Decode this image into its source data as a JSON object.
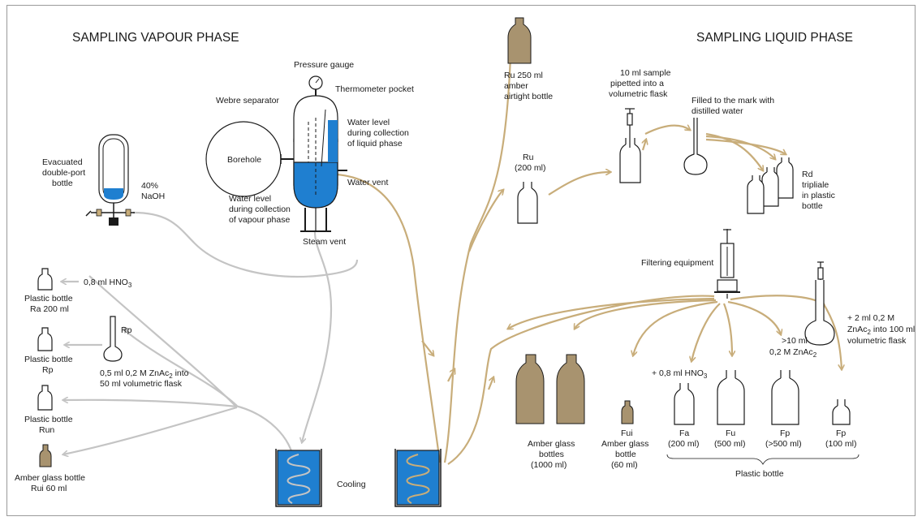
{
  "titles": {
    "vapour": "SAMPLING VAPOUR PHASE",
    "liquid": "SAMPLING LIQUID PHASE"
  },
  "vapour": {
    "pressure_gauge": "Pressure gauge",
    "thermometer_pocket": "Thermometer pocket",
    "webre_separator": "Webre separator",
    "water_level_liquid": [
      "Water level",
      "during collection",
      "of liquid phase"
    ],
    "borehole": "Borehole",
    "water_vent": "Water vent",
    "water_level_vapour": [
      "Water level",
      "during collection",
      "of vapour phase"
    ],
    "steam_vent": "Steam vent",
    "evacuated_bottle": [
      "Evacuated",
      "double-port",
      "bottle"
    ],
    "naoh": [
      "40%",
      "NaOH"
    ],
    "hno3_small": "0,8 ml HNO",
    "hno3_sub": "3",
    "ra": [
      "Plastic bottle",
      "Ra 200 ml"
    ],
    "rp_flask": "Rp",
    "rp": [
      "Plastic bottle",
      "Rp"
    ],
    "znac_a": "0,5 ml 0,2 M ZnAc",
    "znac_a_sub": "2",
    "znac_a_tail": " into",
    "znac_b": "50 ml volumetric flask",
    "run": [
      "Plastic bottle",
      "Run"
    ],
    "rui": [
      "Amber glass bottle",
      "Rui 60 ml"
    ],
    "cooling": "Cooling"
  },
  "liquid": {
    "ru250": [
      "Ru 250 ml",
      "amber",
      "airtight bottle"
    ],
    "pipette_note": [
      "10 ml sample",
      "pipetted into a",
      "volumetric flask"
    ],
    "filled_note": [
      "Filled to the mark with",
      "distilled water"
    ],
    "ru": [
      "Ru",
      "(200 ml)"
    ],
    "rd": [
      "Rd",
      "tripliale",
      "in plastic",
      "bottle"
    ],
    "filtering": "Filtering equipment",
    "znac_flask_a": "+ 2 ml 0,2 M",
    "znac_flask_b": "ZnAc",
    "znac_flask_b_sub": "2",
    "znac_flask_b_tail": " into 100 ml",
    "znac_flask_c": "volumetric flask",
    "hno3_plus": "+ 0,8 ml HNO",
    "hno3_plus_sub": "3",
    "gt10_a": ">10 ml",
    "gt10_b": "0,2 M ZnAc",
    "gt10_b_sub": "2",
    "amber_glass": [
      "Amber  glass",
      "bottles",
      "(1000 ml)"
    ],
    "fui": [
      "Fui",
      "Amber glass",
      "bottle",
      "(60 ml)"
    ],
    "fa": [
      "Fa",
      "(200 ml)"
    ],
    "fu": [
      "Fu",
      "(500 ml)"
    ],
    "fp1": [
      "Fp",
      "(>500 ml)"
    ],
    "fp2": [
      "Fp",
      "(100 ml)"
    ],
    "plastic_bottle": "Plastic bottle"
  },
  "colors": {
    "water": "#1f7fd0",
    "amber": "#a8936f",
    "gold_line": "#c8ad7a",
    "gray_line": "#c4c4c4"
  }
}
